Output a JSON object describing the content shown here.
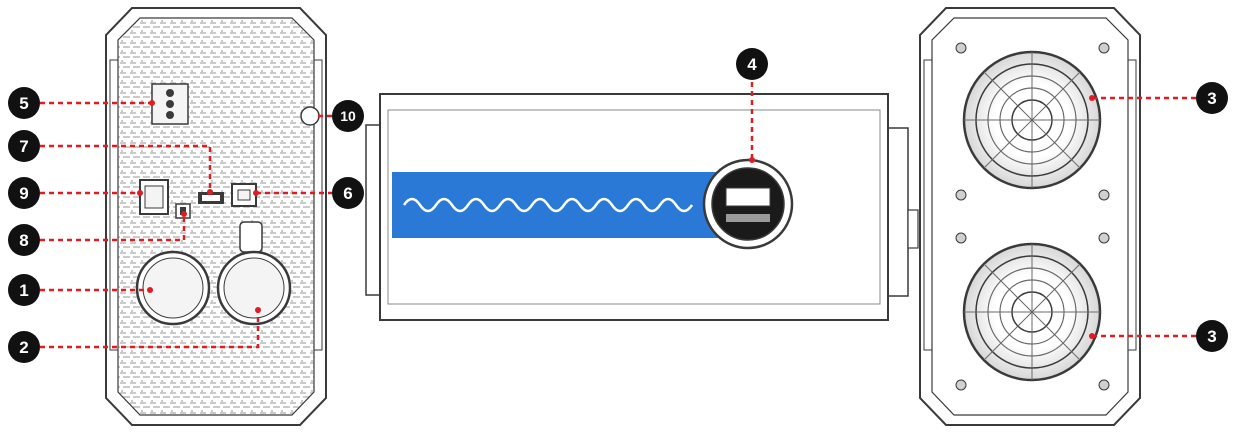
{
  "colors": {
    "outline": "#3a3a3a",
    "light_fill": "#f4f4f4",
    "texture": "#b9b9b9",
    "band_blue": "#2a79d6",
    "wave_white": "#ffffff",
    "callout_fill": "#111111",
    "leader_red": "#e11b22"
  },
  "callouts": [
    {
      "id": "c1",
      "number": "1"
    },
    {
      "id": "c2",
      "number": "2"
    },
    {
      "id": "c3a",
      "number": "3"
    },
    {
      "id": "c3b",
      "number": "3"
    },
    {
      "id": "c4",
      "number": "4"
    },
    {
      "id": "c5",
      "number": "5"
    },
    {
      "id": "c6",
      "number": "6"
    },
    {
      "id": "c7",
      "number": "7"
    },
    {
      "id": "c8",
      "number": "8"
    },
    {
      "id": "c9",
      "number": "9"
    },
    {
      "id": "c10",
      "number": "10"
    }
  ]
}
